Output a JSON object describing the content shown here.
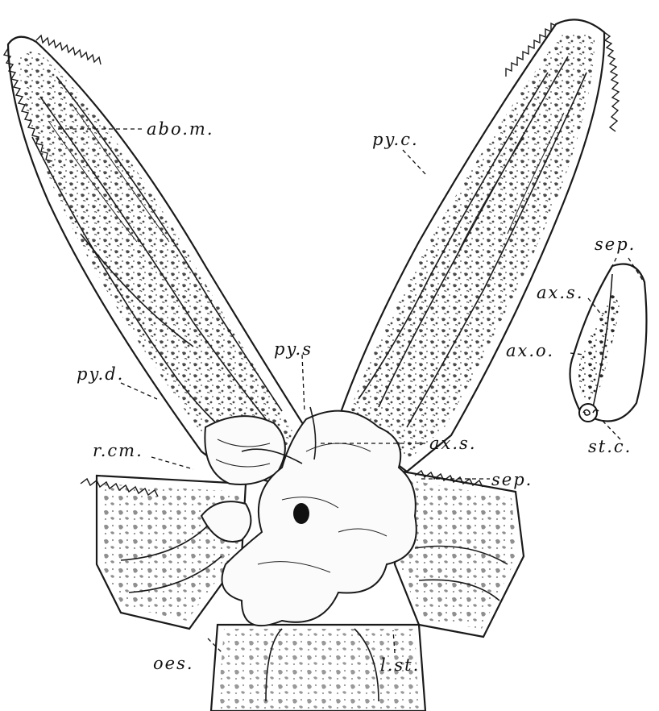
{
  "figure": {
    "labels": {
      "abo_m": "abo.m.",
      "py_c": "py.c.",
      "sep_top": "sep.",
      "ax_s_right": "ax.s.",
      "ax_o": "ax.o.",
      "st_c": "st.c.",
      "py_s": "py.s",
      "py_d": "py.d.",
      "ax_s": "ax.s.",
      "sep": "sep.",
      "r_cm": "r.cm.",
      "oes": "oes.",
      "l_st": "l.st."
    }
  }
}
